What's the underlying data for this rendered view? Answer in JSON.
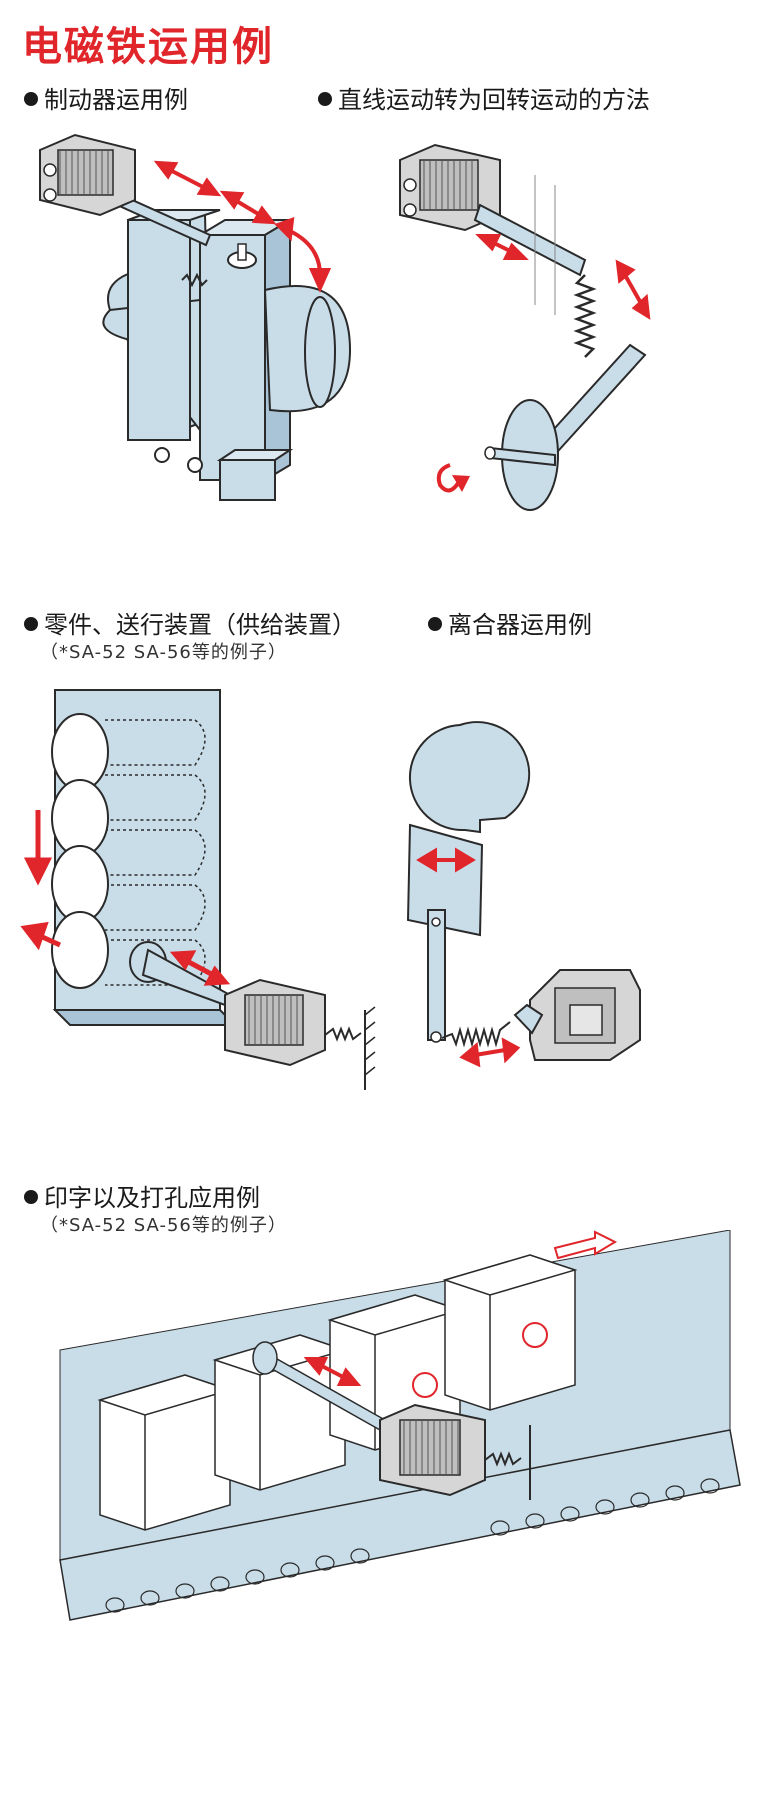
{
  "page_title": "电磁铁运用例",
  "sections": {
    "brake": {
      "title": "制动器运用例"
    },
    "rotary": {
      "title": "直线运动转为回转运动的方法"
    },
    "feeder": {
      "title": "零件、送行装置（供给装置）",
      "note": "（*SA-52 SA-56等的例子）"
    },
    "clutch": {
      "title": "离合器运用例"
    },
    "printing": {
      "title": "印字以及打孔应用例",
      "note": "（*SA-52 SA-56等的例子）"
    }
  },
  "colors": {
    "accent_red": "#e0262b",
    "light_blue": "#c9dde9",
    "line": "#2a2a2a",
    "solenoid_gray": "#d6d6d6"
  },
  "icons": [
    "solenoid-icon",
    "motion-arrow-icon",
    "spring-icon",
    "rotation-arrow-icon",
    "stamp-icon"
  ]
}
